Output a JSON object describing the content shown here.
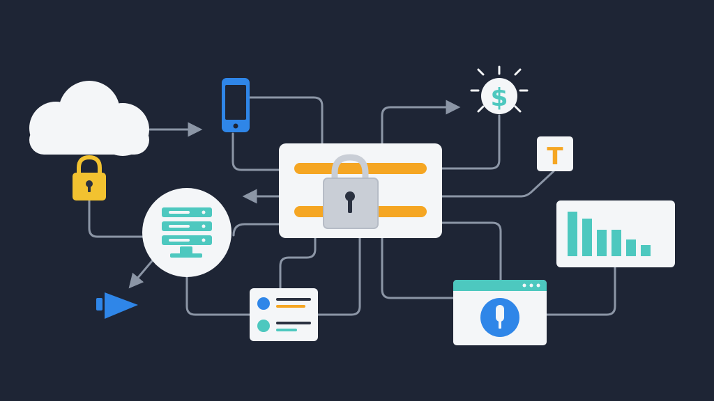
{
  "colors": {
    "background": "#1e2535",
    "connector": "#8c96a6",
    "card": "#f4f6f8",
    "card_border": "#dde2e8",
    "accent_orange": "#f5a623",
    "accent_yellow": "#f2c230",
    "accent_teal": "#4dc8bf",
    "accent_blue": "#2f86e8",
    "lock_body": "#c9ced6",
    "lock_keyhole": "#2a3140"
  },
  "icons": {
    "cloud": "cloud-icon",
    "padlock": "padlock-icon",
    "smartphone": "smartphone-icon",
    "dollar": "dollar-icon",
    "text": "text-font-icon",
    "database": "database-server-icon",
    "bar_chart": "bar-chart-icon",
    "play": "play-arrow-icon",
    "user_list": "user-list-icon",
    "microphone": "microphone-icon"
  },
  "labels": {
    "currency_symbol": "$",
    "font_symbol": "T"
  },
  "chart_widget": {
    "bar_levels": [
      0.8,
      0.67,
      0.47,
      0.47,
      0.3,
      0.2
    ]
  }
}
